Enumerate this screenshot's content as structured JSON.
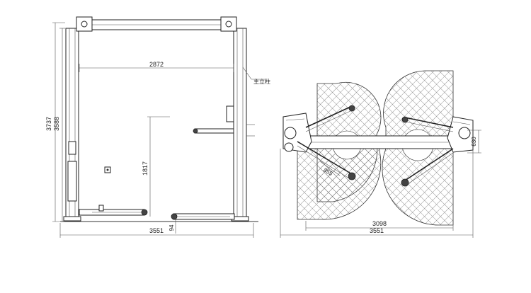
{
  "front_view": {
    "dim_total_height": "3737",
    "dim_column_height": "3588",
    "dim_inner_width": "2872",
    "dim_arm_height": "1817",
    "dim_base_height": "94",
    "dim_total_width": "3551",
    "label_main_column": "主立柱"
  },
  "top_view": {
    "dim_arm_spread": "3098",
    "dim_total_width": "3551",
    "dim_offset": "630",
    "dim_arm_length": "855"
  }
}
